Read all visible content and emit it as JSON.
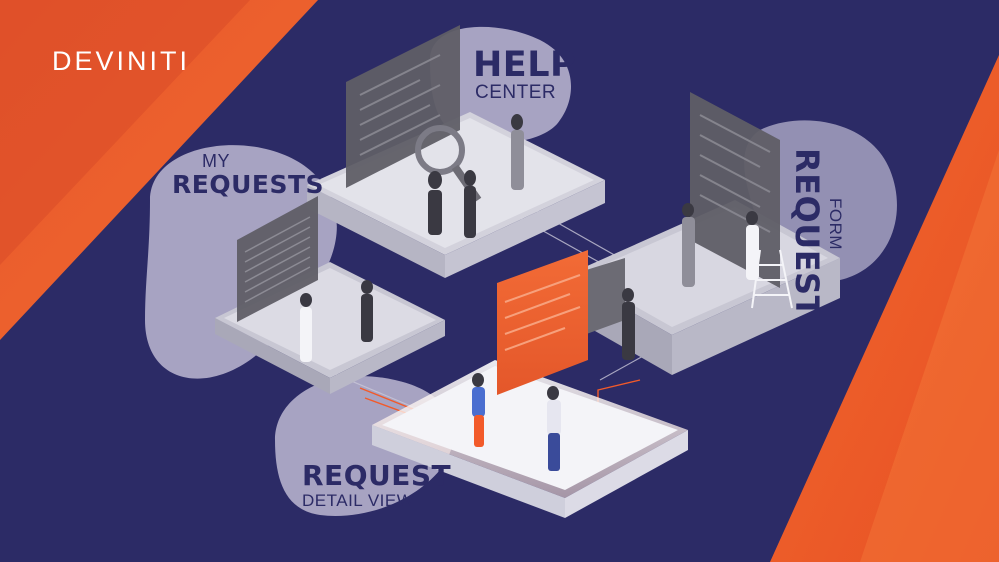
{
  "brand": {
    "logo_text": "DEVINITI"
  },
  "labels": {
    "help_center": {
      "line1": "HELP",
      "line2": "CENTER"
    },
    "my_requests": {
      "line1": "MY",
      "line2": "REQUESTS"
    },
    "request_form": {
      "line1": "REQUEST",
      "line2": "FORM"
    },
    "request_detail": {
      "line1": "REQUEST",
      "line2": "DETAIL VIEW"
    }
  },
  "colors": {
    "background": "#2c2b66",
    "accent_orange": "#f25a2a",
    "platform_light": "#e3e3ea",
    "platform_white": "#f4f4f8",
    "blob": "#aeaac7",
    "panel_dark": "#5f5e66",
    "label_text": "#2c2b66"
  }
}
